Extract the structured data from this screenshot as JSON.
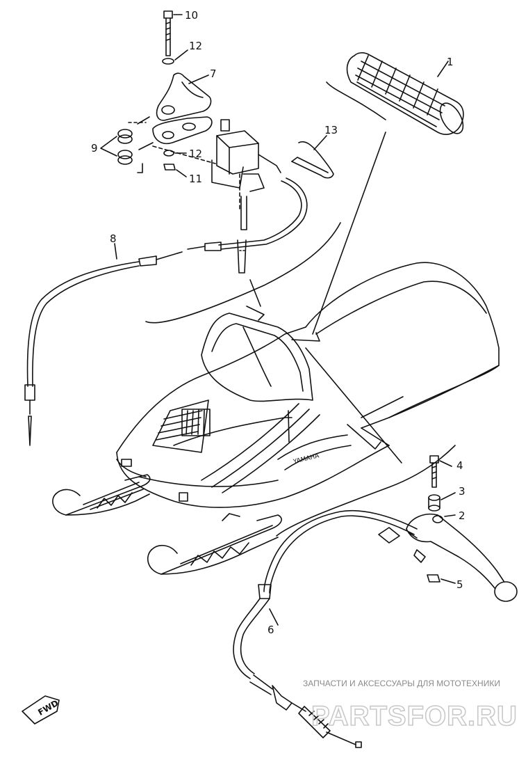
{
  "callouts": {
    "c1": "1",
    "c2": "2",
    "c3": "3",
    "c4": "4",
    "c5": "5",
    "c6": "6",
    "c7": "7",
    "c8": "8",
    "c9": "9",
    "c10": "10",
    "c11": "11",
    "c12a": "12",
    "c12b": "12",
    "c13": "13"
  },
  "brand_on_hood": "YAMAHA",
  "fwd_label": "FWD",
  "watermark": {
    "line1": "ЗАПЧАСТИ И АКСЕССУАРЫ ДЛЯ МОТОТЕХНИКИ",
    "line2": "PARTSFOR.RU"
  },
  "colors": {
    "ink": "#111111",
    "watermark": "#c9c9c9"
  }
}
